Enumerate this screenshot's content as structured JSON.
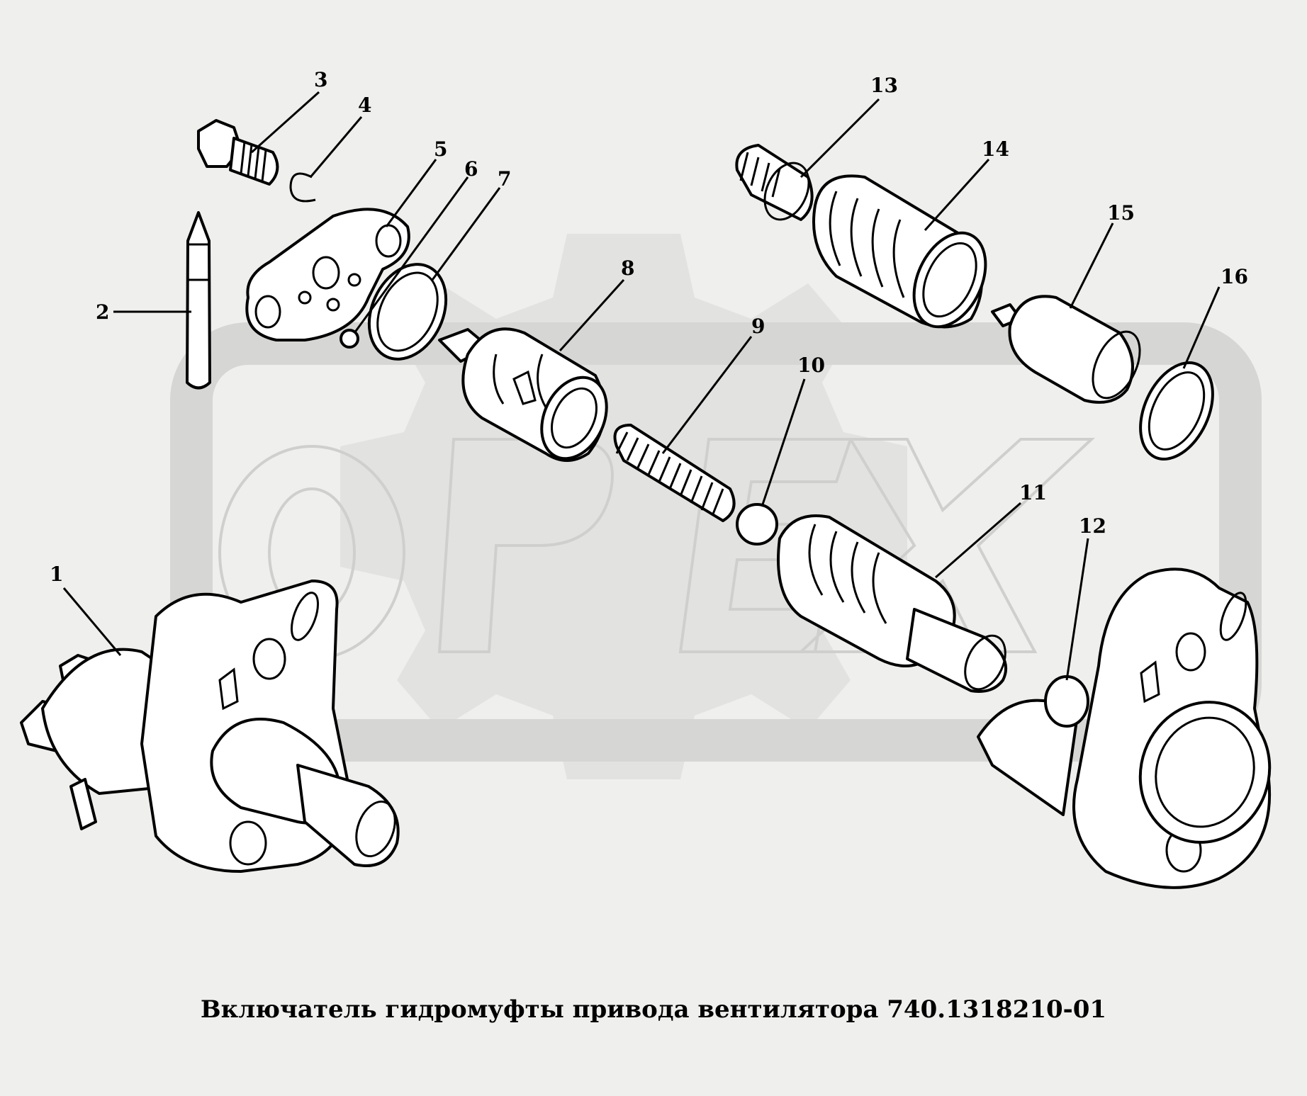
{
  "caption": "Включатель гидромуфты привода  вентилятора 740.1318210-01",
  "watermark": {
    "text": "OPEX",
    "color": "#dcdcdc"
  },
  "callouts": [
    "1",
    "2",
    "3",
    "4",
    "5",
    "6",
    "7",
    "8",
    "9",
    "10",
    "11",
    "12",
    "13",
    "14",
    "15",
    "16"
  ]
}
